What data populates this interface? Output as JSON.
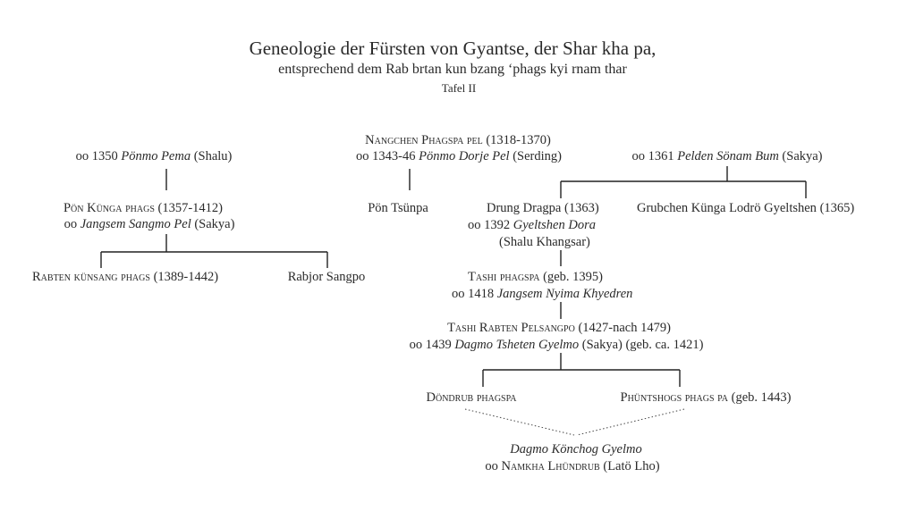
{
  "title": "Geneologie der Fürsten von Gyantse, der Shar kha pa,",
  "subtitle": "entsprechend dem Rab brtan kun bzang ‘phags kyi rnam thar",
  "plate": "Tafel II",
  "marriage_symbol": "oo",
  "nodes": {
    "nangchen": {
      "name": "Nangchen Phagspa pel",
      "dates": "(1318-1370)"
    },
    "nangchen_m2": {
      "year": "1343-46",
      "spouse": "Pönmo Dorje Pel",
      "origin": "(Serding)"
    },
    "nangchen_m1": {
      "year": "1350",
      "spouse": "Pönmo Pema",
      "origin": "(Shalu)"
    },
    "nangchen_m3": {
      "year": "1361",
      "spouse": "Pelden Sönam Bum",
      "origin": "(Sakya)"
    },
    "pon_kunga": {
      "name": "Pön Künga phags",
      "dates": "(1357-1412)"
    },
    "pon_kunga_m": {
      "spouse": "Jangsem Sangmo Pel",
      "origin": "(Sakya)"
    },
    "pon_tsunpa": {
      "name": "Pön Tsünpa"
    },
    "drung_dragpa": {
      "name": "Drung Dragpa",
      "dates": "(1363)"
    },
    "drung_dragpa_m": {
      "year": "1392",
      "spouse": "Gyeltshen Dora",
      "origin": "(Shalu Khangsar)"
    },
    "grubchen": {
      "name": "Grubchen Künga Lodrö Gyeltshen",
      "dates": "(1365)"
    },
    "rabten": {
      "name": "Rabten künsang phags",
      "dates": "(1389-1442)"
    },
    "rabjor": {
      "name": "Rabjor Sangpo"
    },
    "tashi_phagspa": {
      "name": "Tashi phagspa",
      "dates": "(geb. 1395)"
    },
    "tashi_phagspa_m": {
      "year": "1418",
      "spouse": "Jangsem Nyima Khyedren"
    },
    "tashi_rabten": {
      "name": "Tashi Rabten Pelsangpo",
      "dates": "(1427-nach 1479)"
    },
    "tashi_rabten_m": {
      "year": "1439",
      "spouse": "Dagmo Tsheten Gyelmo",
      "origin": "(Sakya)",
      "dates": "(geb. ca. 1421)"
    },
    "dondrub": {
      "name": "Döndrub phagspa"
    },
    "phuntshogs": {
      "name": "Phüntshogs phags pa",
      "dates": "(geb. 1443)"
    },
    "dagmo": {
      "name": "Dagmo Könchog Gyelmo"
    },
    "dagmo_m": {
      "spouse": "Namkha Lhündrub",
      "origin": "(Latö Lho)"
    }
  }
}
